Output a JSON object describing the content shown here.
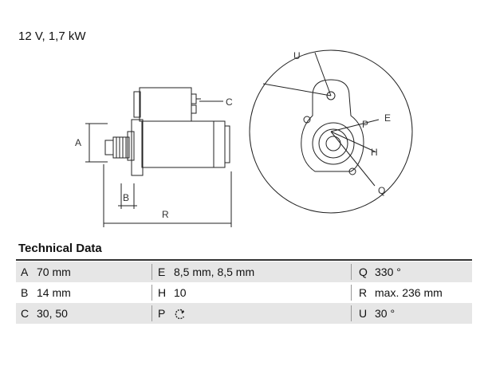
{
  "header": {
    "spec": "12 V, 1,7 kW"
  },
  "drawing": {
    "labels": {
      "A": "A",
      "B": "B",
      "R": "R",
      "C": "C",
      "U": "U",
      "E": "E",
      "P": "P",
      "H": "H",
      "Q": "Q"
    }
  },
  "technical": {
    "title": "Technical Data",
    "rows": [
      [
        {
          "key": "A",
          "value": "70 mm"
        },
        {
          "key": "E",
          "value": "8,5 mm, 8,5 mm"
        },
        {
          "key": "Q",
          "value": "330 °"
        }
      ],
      [
        {
          "key": "B",
          "value": "14 mm"
        },
        {
          "key": "H",
          "value": "10"
        },
        {
          "key": "R",
          "value": "max. 236 mm"
        }
      ],
      [
        {
          "key": "C",
          "value": "30, 50"
        },
        {
          "key": "P",
          "value": ""
        },
        {
          "key": "U",
          "value": "30 °"
        }
      ]
    ]
  },
  "icons": {
    "rotation": "counterclockwise-rotation-icon"
  }
}
